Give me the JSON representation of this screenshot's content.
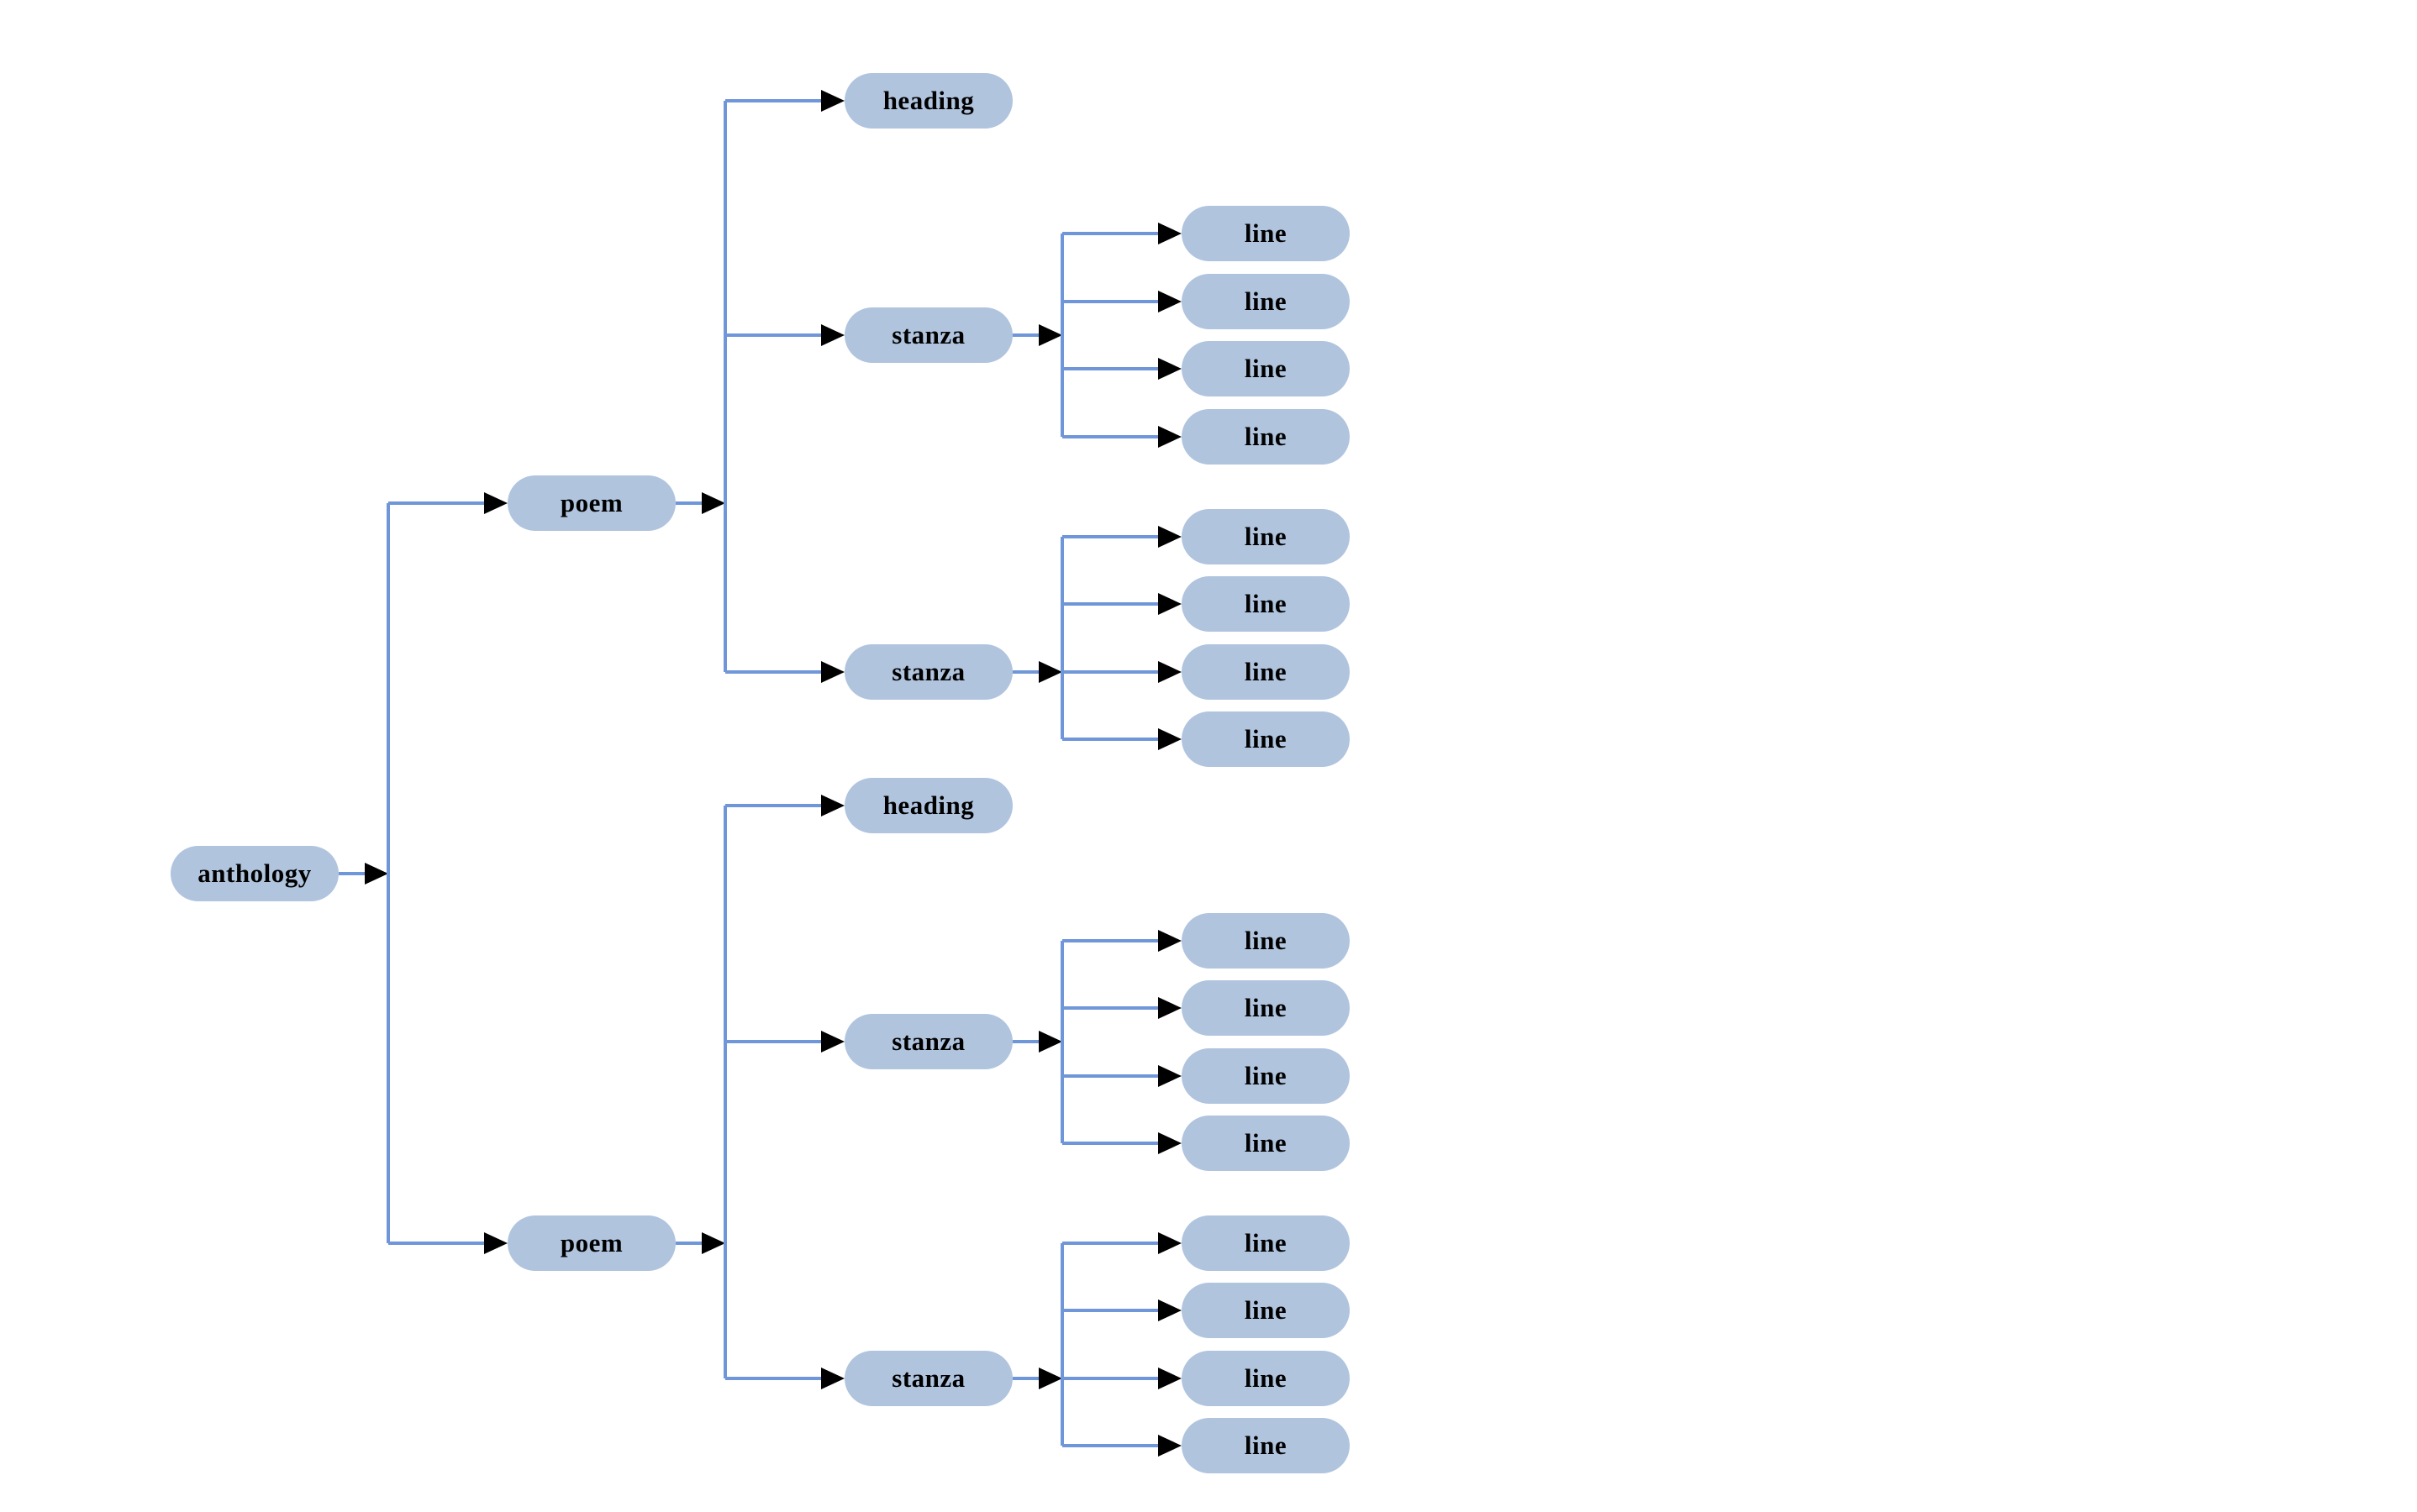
{
  "diagram_type": "tree",
  "orientation": "left-to-right",
  "colors": {
    "background": "#ffffff",
    "node_fill": "#b0c4de",
    "edge": "#6e96d8",
    "arrow": "#000000",
    "text": "#000000"
  },
  "tree": {
    "label": "anthology",
    "children": [
      {
        "label": "poem",
        "children": [
          {
            "label": "heading",
            "children": []
          },
          {
            "label": "stanza",
            "children": [
              {
                "label": "line"
              },
              {
                "label": "line"
              },
              {
                "label": "line"
              },
              {
                "label": "line"
              }
            ]
          },
          {
            "label": "stanza",
            "children": [
              {
                "label": "line"
              },
              {
                "label": "line"
              },
              {
                "label": "line"
              },
              {
                "label": "line"
              }
            ]
          }
        ]
      },
      {
        "label": "poem",
        "children": [
          {
            "label": "heading",
            "children": []
          },
          {
            "label": "stanza",
            "children": [
              {
                "label": "line"
              },
              {
                "label": "line"
              },
              {
                "label": "line"
              },
              {
                "label": "line"
              }
            ]
          },
          {
            "label": "stanza",
            "children": [
              {
                "label": "line"
              },
              {
                "label": "line"
              },
              {
                "label": "line"
              },
              {
                "label": "line"
              }
            ]
          }
        ]
      }
    ]
  }
}
